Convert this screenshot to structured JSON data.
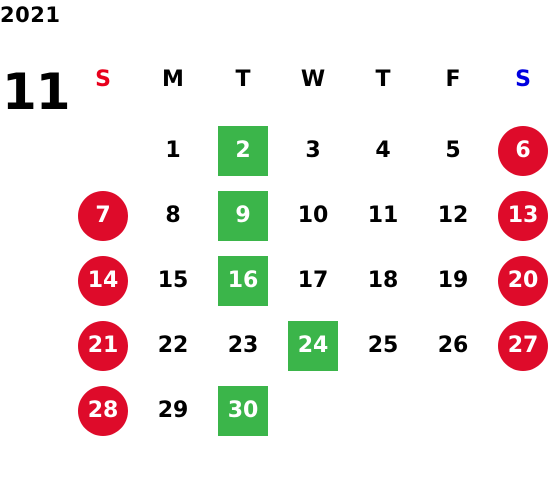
{
  "calendar": {
    "year": "2021",
    "month": "11",
    "weekday_headers": [
      {
        "label": "S",
        "color": "#e8001c"
      },
      {
        "label": "M",
        "color": "#000000"
      },
      {
        "label": "T",
        "color": "#000000"
      },
      {
        "label": "W",
        "color": "#000000"
      },
      {
        "label": "T",
        "color": "#000000"
      },
      {
        "label": "F",
        "color": "#000000"
      },
      {
        "label": "S",
        "color": "#0000e0"
      }
    ],
    "colors": {
      "weekend_circle": "#de0b2a",
      "highlight_square": "#3bb54a",
      "text": "#000000"
    },
    "weeks": [
      [
        {
          "day": "",
          "style": "empty"
        },
        {
          "day": "1",
          "style": "plain"
        },
        {
          "day": "2",
          "style": "highlight"
        },
        {
          "day": "3",
          "style": "plain"
        },
        {
          "day": "4",
          "style": "plain"
        },
        {
          "day": "5",
          "style": "plain"
        },
        {
          "day": "6",
          "style": "weekend"
        }
      ],
      [
        {
          "day": "7",
          "style": "weekend"
        },
        {
          "day": "8",
          "style": "plain"
        },
        {
          "day": "9",
          "style": "highlight"
        },
        {
          "day": "10",
          "style": "plain"
        },
        {
          "day": "11",
          "style": "plain"
        },
        {
          "day": "12",
          "style": "plain"
        },
        {
          "day": "13",
          "style": "weekend"
        }
      ],
      [
        {
          "day": "14",
          "style": "weekend"
        },
        {
          "day": "15",
          "style": "plain"
        },
        {
          "day": "16",
          "style": "highlight"
        },
        {
          "day": "17",
          "style": "plain"
        },
        {
          "day": "18",
          "style": "plain"
        },
        {
          "day": "19",
          "style": "plain"
        },
        {
          "day": "20",
          "style": "weekend"
        }
      ],
      [
        {
          "day": "21",
          "style": "weekend"
        },
        {
          "day": "22",
          "style": "plain"
        },
        {
          "day": "23",
          "style": "plain"
        },
        {
          "day": "24",
          "style": "highlight"
        },
        {
          "day": "25",
          "style": "plain"
        },
        {
          "day": "26",
          "style": "plain"
        },
        {
          "day": "27",
          "style": "weekend"
        }
      ],
      [
        {
          "day": "28",
          "style": "weekend"
        },
        {
          "day": "29",
          "style": "plain"
        },
        {
          "day": "30",
          "style": "highlight"
        },
        {
          "day": "",
          "style": "empty"
        },
        {
          "day": "",
          "style": "empty"
        },
        {
          "day": "",
          "style": "empty"
        },
        {
          "day": "",
          "style": "empty"
        }
      ]
    ]
  }
}
